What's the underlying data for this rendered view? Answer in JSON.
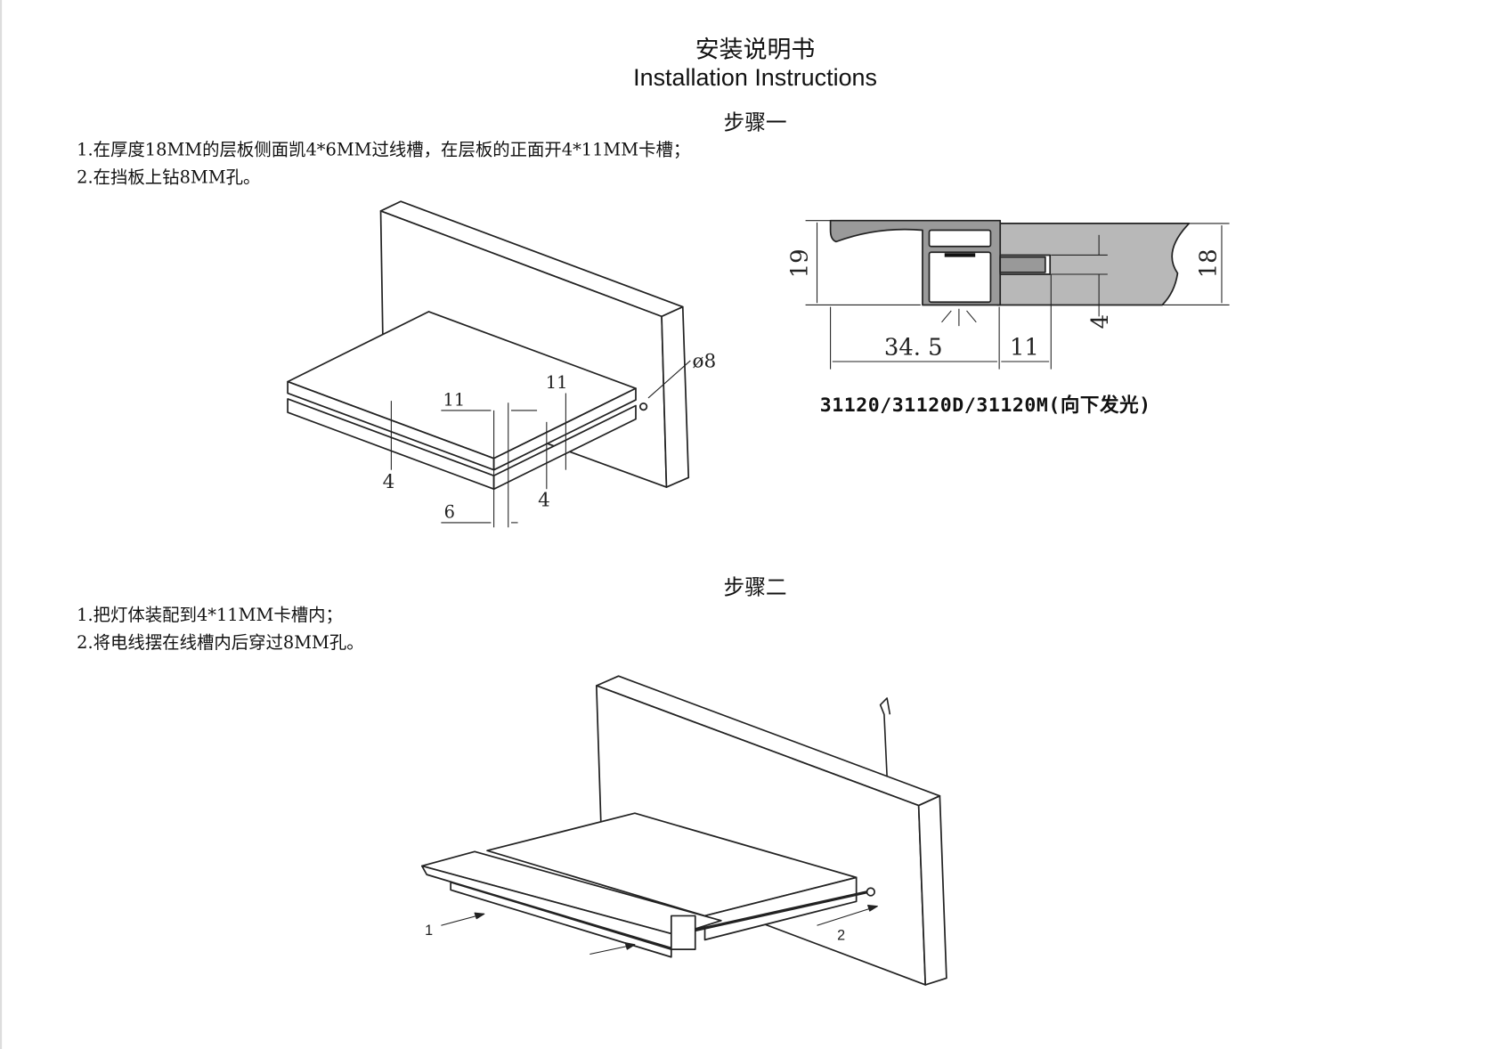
{
  "header": {
    "title_cn": "安装说明书",
    "title_en": "Installation Instructions"
  },
  "step1": {
    "heading": "步骤一",
    "lines": [
      "1.在厚度18MM的层板侧面凯4*6MM过线槽，在层板的正面开4*11MM卡槽；",
      "2.在挡板上钻8MM孔。"
    ],
    "diagram_labels": {
      "hole": "ø8",
      "d11a": "11",
      "d11b": "11",
      "d4a": "4",
      "d4b": "4",
      "d6": "6"
    },
    "profile": {
      "h19": "19",
      "h18": "18",
      "w345": "34. 5",
      "w11": "11",
      "g4": "4",
      "caption": "31120/31120D/31120M(向下发光)"
    }
  },
  "step2": {
    "heading": "步骤二",
    "lines": [
      "1.把灯体装配到4*11MM卡槽内；",
      "2.将电线摆在线槽内后穿过8MM孔。"
    ],
    "diagram_labels": {
      "arrow1": "1",
      "arrow2": "2"
    }
  }
}
